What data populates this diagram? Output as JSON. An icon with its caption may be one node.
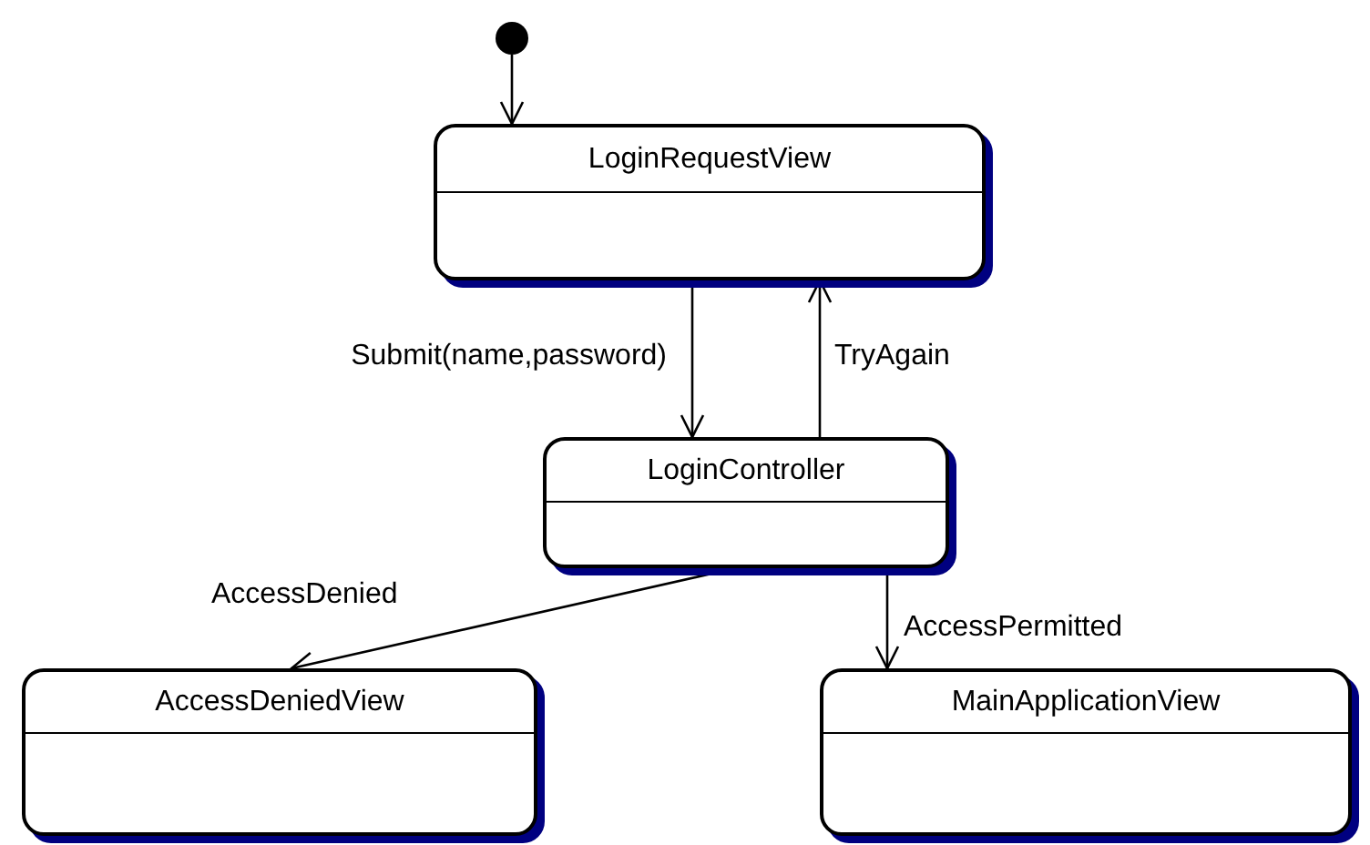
{
  "diagram": {
    "nodes": [
      {
        "text": [],
        "shape": "circle"
      },
      {
        "text": [
          "LoginRequestView"
        ]
      },
      {
        "text": [
          "LoginController"
        ]
      },
      {
        "text": [
          "AccessDeniedView"
        ]
      },
      {
        "text": [
          "MainApplicationView"
        ]
      }
    ],
    "edges": [
      {
        "from": 0,
        "to": 1,
        "arrow": "to"
      },
      {
        "from": 1,
        "to": 2,
        "arrow": "to",
        "label": "Submit(name,password)"
      },
      {
        "from": 2,
        "to": 1,
        "arrow": "to",
        "label": "TryAgain"
      },
      {
        "from": 2,
        "to": 3,
        "arrow": "to",
        "label": "AccessDenied"
      },
      {
        "from": 2,
        "to": 4,
        "arrow": "to",
        "label": "AccessPermitted"
      }
    ]
  }
}
